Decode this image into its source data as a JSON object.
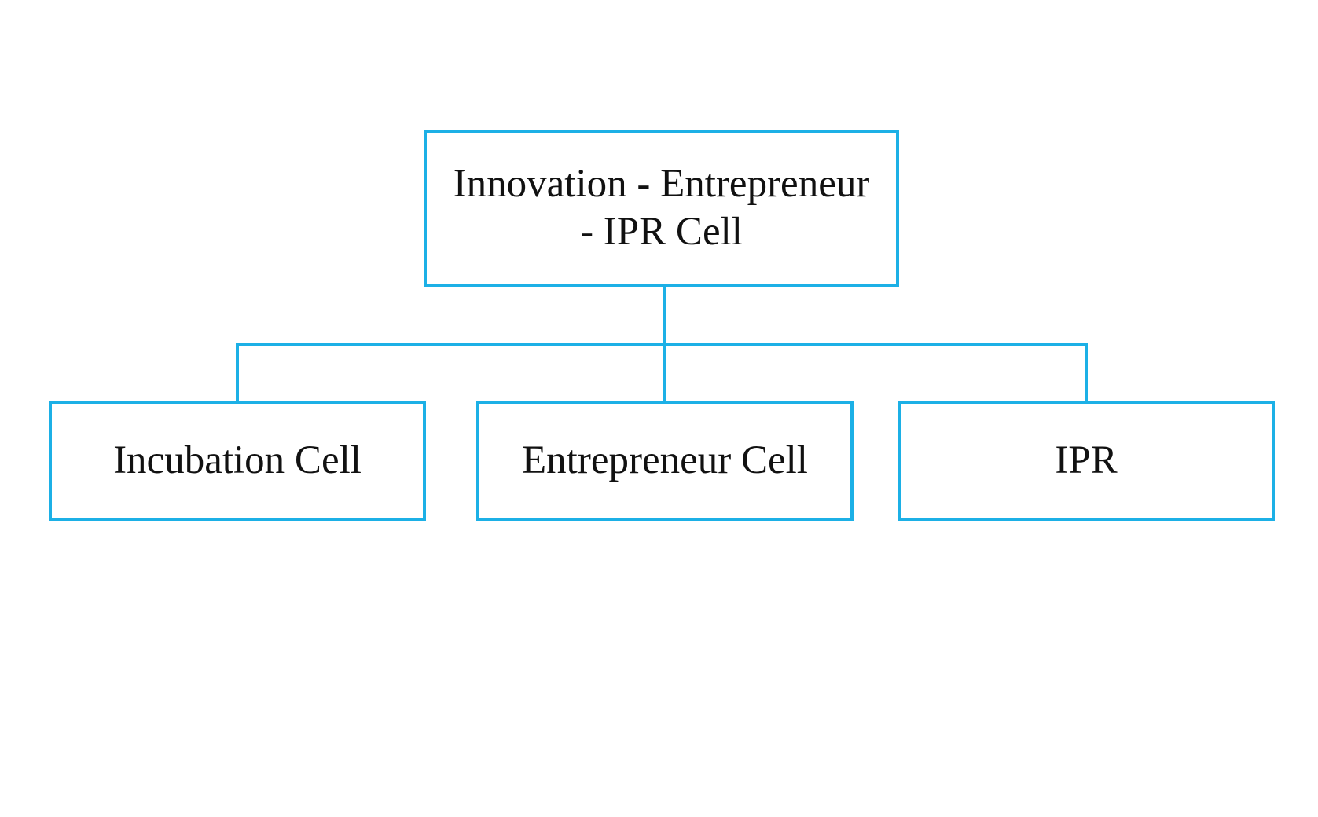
{
  "diagram": {
    "root": {
      "line1": "Innovation - Entrepreneur",
      "line2": "- IPR Cell"
    },
    "children": [
      {
        "label": "Incubation Cell"
      },
      {
        "label": "Entrepreneur Cell"
      },
      {
        "label": "IPR"
      }
    ]
  },
  "colors": {
    "accent": "#1cb0e6",
    "text": "#111111",
    "background": "#ffffff"
  }
}
